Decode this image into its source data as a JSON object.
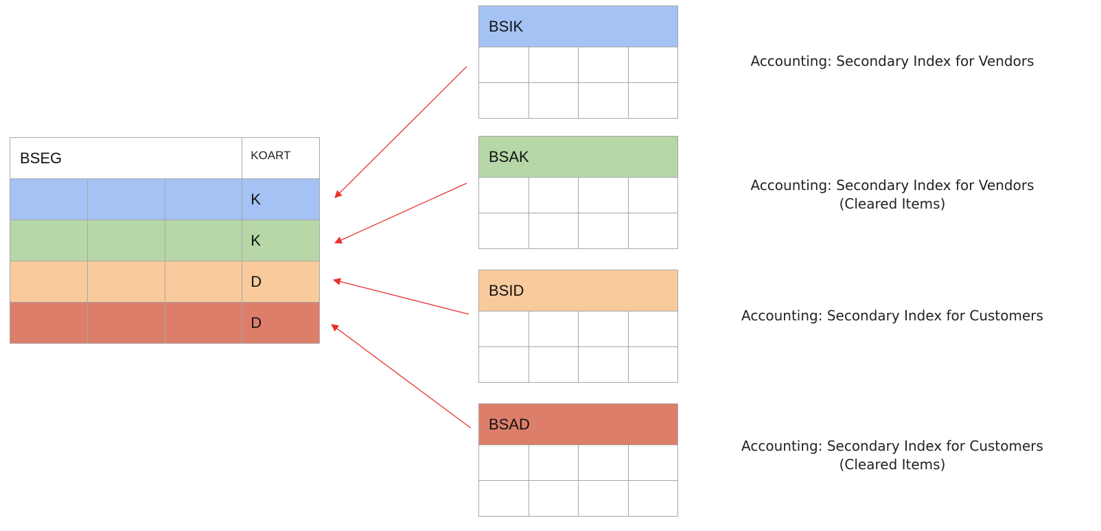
{
  "colors": {
    "blue": "#a4c2f4",
    "green": "#b6d7a8",
    "orange": "#f9cb9c",
    "red": "#dd7e6b",
    "arrow": "#e8312f",
    "grid": "#a6a6a6"
  },
  "main_table": {
    "title": "BSEG",
    "koart_header": "KOART",
    "rows": [
      {
        "value": "K",
        "color": "blue"
      },
      {
        "value": "K",
        "color": "green"
      },
      {
        "value": "D",
        "color": "orange"
      },
      {
        "value": "D",
        "color": "red"
      }
    ]
  },
  "index_tables": [
    {
      "name": "BSIK",
      "color": "blue",
      "desc_lines": [
        "Accounting: Secondary Index for Vendors"
      ]
    },
    {
      "name": "BSAK",
      "color": "green",
      "desc_lines": [
        "Accounting: Secondary Index for Vendors",
        "(Cleared Items)"
      ]
    },
    {
      "name": "BSID",
      "color": "orange",
      "desc_lines": [
        "Accounting: Secondary Index for Customers"
      ]
    },
    {
      "name": "BSAD",
      "color": "red",
      "desc_lines": [
        "Accounting: Secondary Index for Customers",
        "(Cleared Items)"
      ]
    }
  ]
}
